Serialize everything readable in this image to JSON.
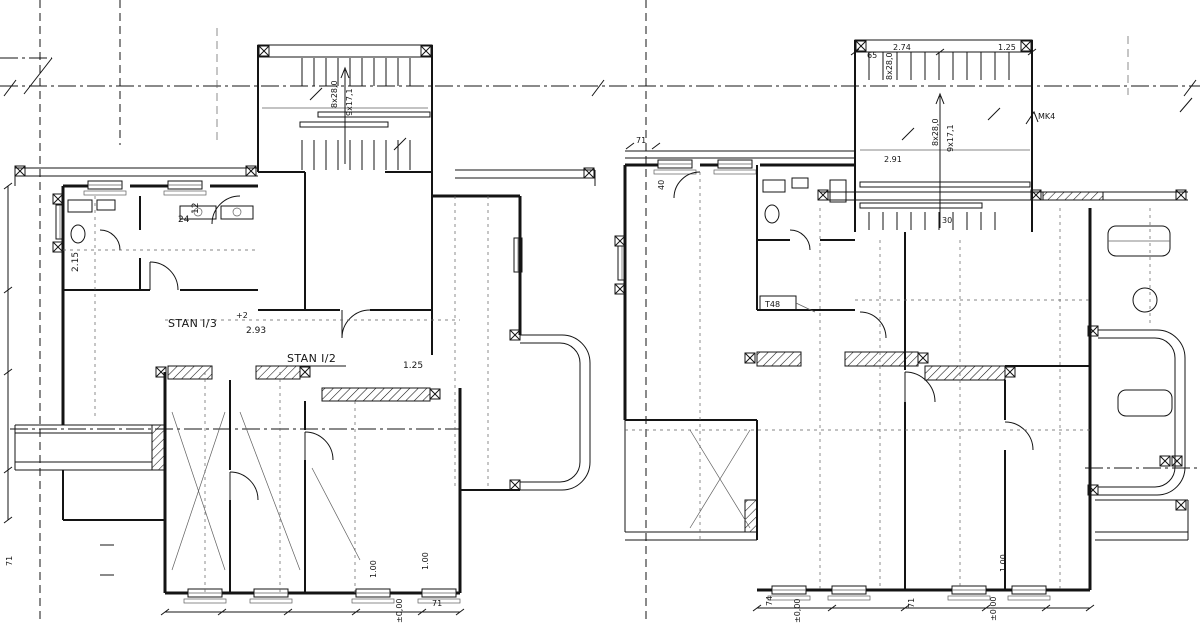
{
  "drawing": {
    "background": "#ffffff",
    "ink": "#141414",
    "labels": {
      "stan_i3": "STAN I/3",
      "stan_i2": "STAN I/2",
      "t48": "T48",
      "mk4": "MK4",
      "stair_risers": "8x28,0",
      "stair_treads": "9x17,1",
      "d291": "2.91",
      "d293": "2.93",
      "plus2": "+2",
      "d65": "65",
      "d274": "2.74",
      "d125": "1.25",
      "d30": "30",
      "d12": "12",
      "d24": "24",
      "d215": "2.15",
      "d71": "71",
      "d74": "74",
      "d100": "1.00",
      "d40": "40",
      "level": "±0,00"
    }
  }
}
